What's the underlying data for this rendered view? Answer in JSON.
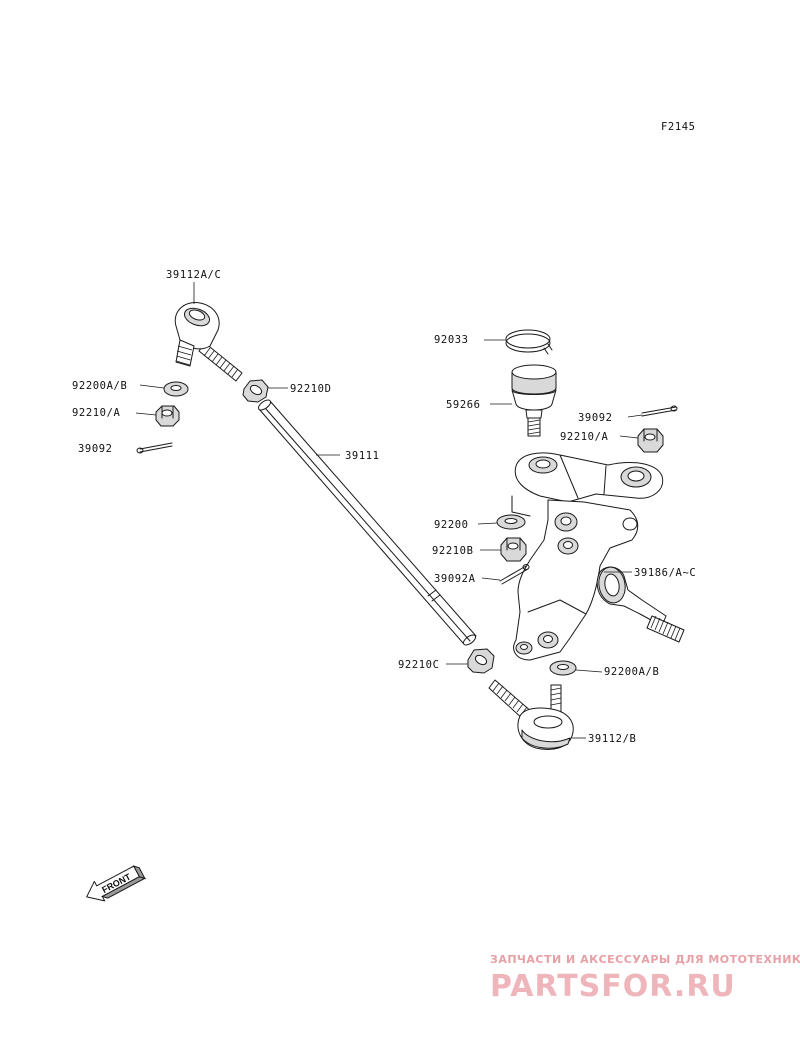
{
  "figure_code": "F2145",
  "parts": [
    {
      "id": "tie-rod-end-upper",
      "label": "39112A/C"
    },
    {
      "id": "washer-left",
      "label": "92200A/B"
    },
    {
      "id": "nut-castle-left",
      "label": "92210/A"
    },
    {
      "id": "cotter-pin-left",
      "label": "39092"
    },
    {
      "id": "nut-upper-rod",
      "label": "92210D"
    },
    {
      "id": "tie-rod",
      "label": "39111"
    },
    {
      "id": "snap-ring",
      "label": "92033"
    },
    {
      "id": "ball-joint",
      "label": "59266"
    },
    {
      "id": "cotter-pin-right",
      "label": "39092"
    },
    {
      "id": "nut-castle-right",
      "label": "92210/A"
    },
    {
      "id": "washer-knuckle",
      "label": "92200"
    },
    {
      "id": "nut-knuckle",
      "label": "92210B"
    },
    {
      "id": "cotter-pin-knuckle",
      "label": "39092A"
    },
    {
      "id": "knuckle",
      "label": "39186/A~C"
    },
    {
      "id": "nut-lower-rod",
      "label": "92210C"
    },
    {
      "id": "washer-lower",
      "label": "92200A/B"
    },
    {
      "id": "tie-rod-end-lower",
      "label": "39112/B"
    }
  ],
  "front_arrow": {
    "text": "FRONT"
  },
  "watermark": {
    "line1": "ЗАПЧАСТИ И АКСЕССУАРЫ ДЛЯ МОТОТЕХНИКИ",
    "line2": "PARTSFOR.RU"
  }
}
